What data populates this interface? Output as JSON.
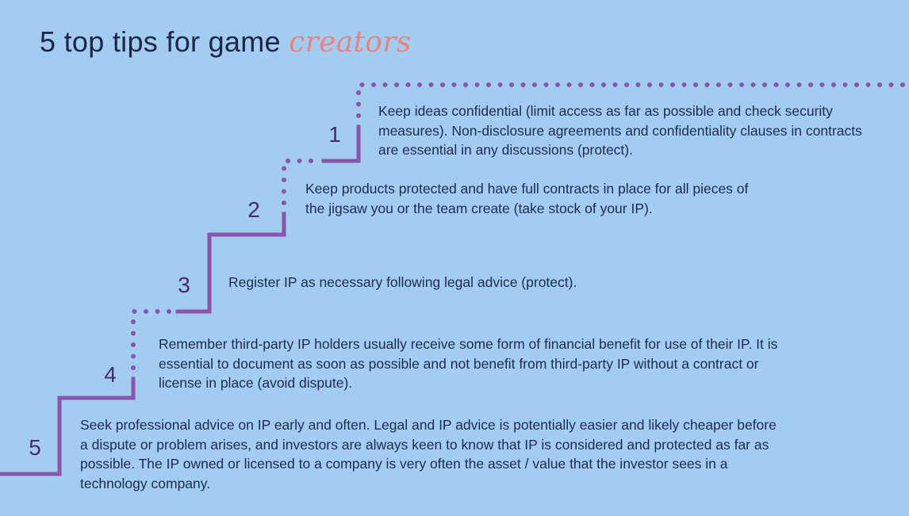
{
  "title": {
    "main": "5 top tips for game ",
    "accent": "creators"
  },
  "colors": {
    "background": "#a3cdf0",
    "stair": "#8a55a8",
    "title_accent": "#f07f7f",
    "text": "#1e2a4f"
  },
  "steps": [
    {
      "number": "1",
      "text": "Keep ideas confidential (limit access as far as possible and check security measures). Non-disclosure agreements and confidentiality clauses in contracts are essential in any discussions (protect)."
    },
    {
      "number": "2",
      "text": "Keep products protected and have full contracts in place for all pieces of the jigsaw you or the team create (take stock of your IP)."
    },
    {
      "number": "3",
      "text": "Register IP as necessary following legal advice (protect)."
    },
    {
      "number": "4",
      "text": "Remember third-party IP holders usually receive some form of financial benefit for use of their IP. It is essential to document as soon as possible and not benefit from third-party IP without a contract or license in place (avoid dispute)."
    },
    {
      "number": "5",
      "text": "Seek professional advice on IP early and often. Legal and IP advice is potentially easier and likely cheaper before a dispute or problem arises, and investors are always keen to know that IP is considered and protected as far as possible. The IP owned or licensed to a company is very often the asset / value that the investor sees in a technology company."
    }
  ]
}
